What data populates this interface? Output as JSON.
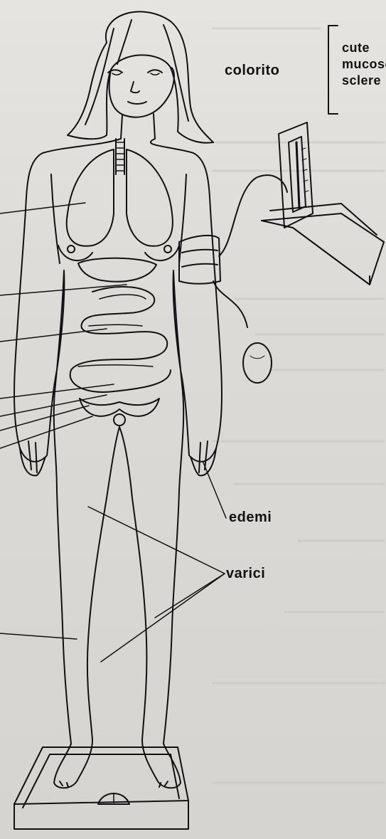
{
  "labels": {
    "colorito": "colorito",
    "colorito_items": [
      "cute",
      "mucose",
      "sclere"
    ],
    "edemi": "edemi",
    "varici": "varici"
  },
  "colors": {
    "ink": "#111111",
    "paper": "#dedcd8"
  }
}
